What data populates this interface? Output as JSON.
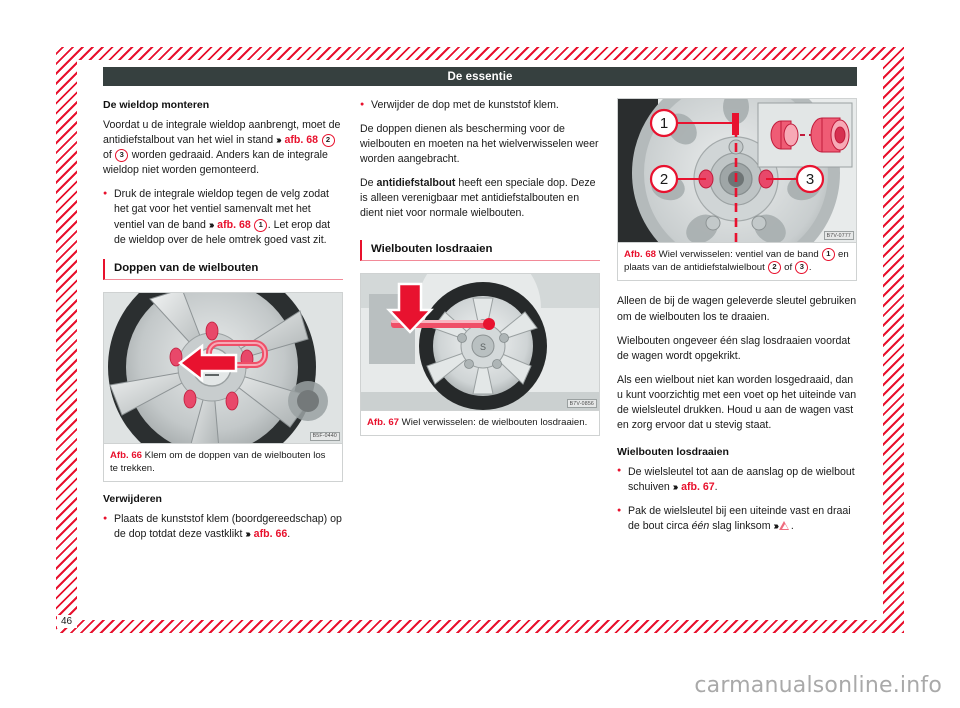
{
  "header": {
    "title": "De essentie"
  },
  "page_number": "46",
  "watermark": "carmanualsonline.info",
  "left_column": {
    "heading": "De wieldop monteren",
    "para1_a": "Voordat u de integrale wieldop aanbrengt, moet de antidiefstalbout van het wiel in stand ",
    "para1_ref": "afb. 68",
    "para1_n1": "2",
    "para1_mid": " of ",
    "para1_n2": "3",
    "para1_b": " worden gedraaid. Anders kan de integrale wieldop niet worden gemonteerd.",
    "bullet1_a": "Druk de integrale wieldop tegen de velg zodat het gat voor het ventiel samenvalt met het ventiel van de band ",
    "bullet1_ref": "afb. 68",
    "bullet1_n": "1",
    "bullet1_b": ". Let erop dat de wieldop over de hele omtrek goed vast zit.",
    "section_heading": "Doppen van de wielbouten",
    "figure": {
      "code": "B5F-0440",
      "label": "Afb. 66",
      "caption": "Klem om de doppen van de wielbouten los te trekken."
    },
    "subheading": "Verwijderen",
    "bullet2_a": "Plaats de kunststof klem (boordgereedschap) op de dop totdat deze vastklikt ",
    "bullet2_ref": "afb. 66",
    "bullet2_b": "."
  },
  "mid_column": {
    "bullet1": "Verwijder de dop met de kunststof klem.",
    "para1": "De doppen dienen als bescherming voor de wielbouten en moeten na het wielverwisselen weer worden aangebracht.",
    "para2_a": "De ",
    "para2_bold": "antidiefstalbout",
    "para2_b": " heeft een speciale dop. Deze is alleen verenigbaar met antidiefstalbouten en dient niet voor normale wielbouten.",
    "section_heading": "Wielbouten losdraaien",
    "figure": {
      "code": "B7V-0856",
      "label": "Afb. 67",
      "caption": "Wiel verwisselen: de wielbouten losdraaien."
    }
  },
  "right_column": {
    "figure": {
      "code": "B7V-0777",
      "label": "Afb. 68",
      "caption_a": "Wiel verwisselen: ventiel van de band ",
      "caption_n1": "1",
      "caption_mid": " en plaats van de antidiefstalwielbout ",
      "caption_n2": "2",
      "caption_mid2": " of ",
      "caption_n3": "3",
      "caption_end": ".",
      "callouts": [
        "1",
        "2",
        "3"
      ]
    },
    "para1": "Alleen de bij de wagen geleverde sleutel gebruiken om de wielbouten los te draaien.",
    "para2": "Wielbouten ongeveer één slag losdraaien voordat de wagen wordt opgekrikt.",
    "para3": "Als een wielbout niet kan worden losgedraaid, dan u kunt voorzichtig met een voet op het uiteinde van de wielsleutel drukken. Houd u aan de wagen vast en zorg ervoor dat u stevig staat.",
    "subheading": "Wielbouten losdraaien",
    "bullet1_a": "De wielsleutel tot aan de aanslag op de wielbout schuiven ",
    "bullet1_ref": "afb. 67",
    "bullet1_b": ".",
    "bullet2_a": "Pak de wielsleutel bij een uiteinde vast en draai de bout circa ",
    "bullet2_ital": "één",
    "bullet2_b": " slag linksom ",
    "bullet2_end": "."
  },
  "colors": {
    "accent_red": "#e8112d",
    "header_bg": "#36403f",
    "underline_pink": "#f28a98"
  }
}
